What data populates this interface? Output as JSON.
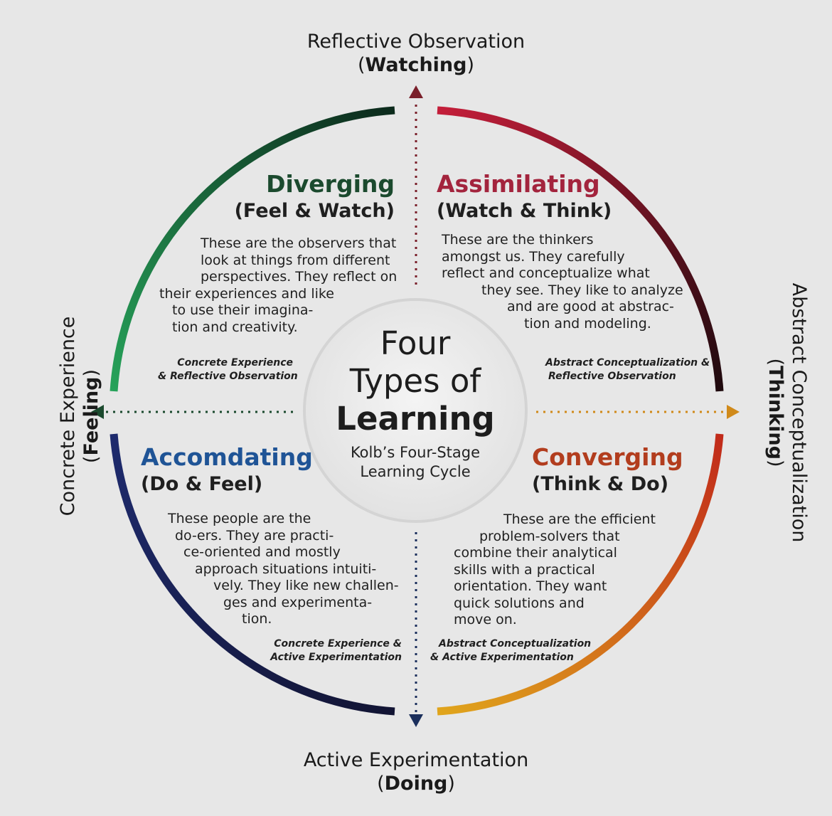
{
  "axes": {
    "top": {
      "line1": "Reflective Observation",
      "line2": "Watching"
    },
    "bottom": {
      "line1": "Active Experimentation",
      "line2": "Doing"
    },
    "left": {
      "line1": "Concrete Experience",
      "line2": "Feeling"
    },
    "right": {
      "line1": "Abstract Conceptualization",
      "line2": "Thinking"
    }
  },
  "center": {
    "line1": "Four",
    "line2": "Types of",
    "line3": "Learning",
    "subtitle1": "Kolb’s Four-Stage",
    "subtitle2": "Learning Cycle"
  },
  "quadrants": {
    "diverging": {
      "title": "Diverging",
      "subtitle": "(Feel & Watch)",
      "color": "#1b4a2e",
      "description": [
        "These are the observers that",
        "look at things from different",
        "perspectives. They reflect on",
        "their experiences and like",
        "to use their imagina-",
        "tion and creativity."
      ],
      "combination": [
        "Concrete Experience",
        "& Reflective Observation"
      ]
    },
    "assimilating": {
      "title": "Assimilating",
      "subtitle": "(Watch & Think)",
      "color": "#a3243d",
      "description": [
        "These are the thinkers",
        "amongst us. They carefully",
        "reflect and conceptualize what",
        "they see. They like to analyze",
        "and are good at abstrac-",
        "tion and modeling."
      ],
      "combination": [
        "Abstract Conceptualization &",
        "Reflective Observation"
      ]
    },
    "accomodating": {
      "title": "Accomdating",
      "subtitle": "(Do & Feel)",
      "color": "#1f5496",
      "description": [
        "These people are the",
        "do-ers. They are practi-",
        "ce-oriented and mostly",
        "approach situations intuiti-",
        "vely. They like new challen-",
        "ges and experimenta-",
        "tion."
      ],
      "combination": [
        "Concrete Experience &",
        "Active Experimentation"
      ]
    },
    "converging": {
      "title": "Converging",
      "subtitle": "(Think & Do)",
      "color": "#b23d1e",
      "description": [
        "These are the efficient",
        "problem-solvers that",
        "combine their analytical",
        "skills with a practical",
        "orientation. They want",
        "quick solutions and",
        "move on."
      ],
      "combination": [
        "Abstract Conceptualization",
        "& Active Experimentation"
      ]
    }
  },
  "colors": {
    "background": "#e7e7e7",
    "arc_top_left_start": "#27a35a",
    "arc_top_left_end": "#0c2a1c",
    "arc_top_right_start": "#c41e3a",
    "arc_top_right_end": "#1e0a0e",
    "arc_bottom_left_start": "#1e2b6e",
    "arc_bottom_left_end": "#121433",
    "arc_bottom_right_start": "#c12a1a",
    "arc_bottom_right_end": "#e0a51c",
    "axis_top": "#7a1f2a",
    "axis_bottom": "#1b2f5c",
    "axis_left": "#1b4a2e",
    "axis_right": "#d08a1a"
  },
  "icons": [
    "arrow-up-icon",
    "arrow-down-icon",
    "arrow-left-icon",
    "arrow-right-icon"
  ]
}
